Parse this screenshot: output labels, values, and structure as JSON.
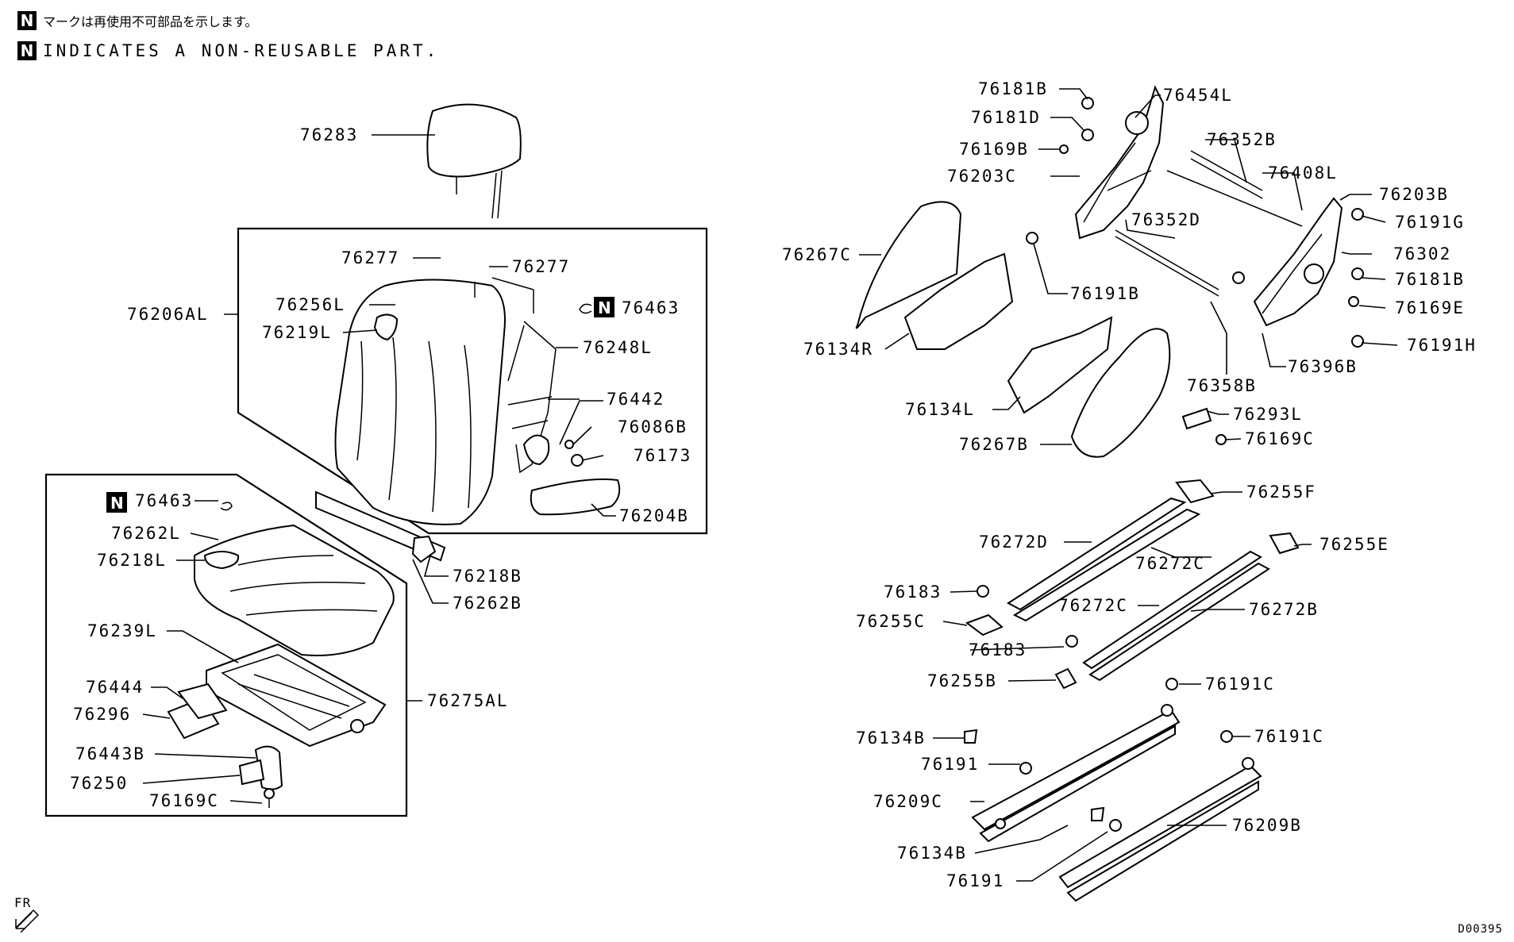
{
  "legend": {
    "mark": "N",
    "jp": "マークは再使用不可部品を示します。",
    "en": "INDICATES A NON-REUSABLE PART."
  },
  "direction": "FR",
  "ref_code": "D00395",
  "labels": {
    "p76283": "76283",
    "p76206AL": "76206AL",
    "p76277a": "76277",
    "p76277b": "76277",
    "p76256L": "76256L",
    "p76219L": "76219L",
    "p76463a": "76463",
    "p76248L": "76248L",
    "p76442": "76442",
    "p76086B": "76086B",
    "p76173": "76173",
    "p76204B": "76204B",
    "p76463b": "76463",
    "p76262L": "76262L",
    "p76218L": "76218L",
    "p76218B": "76218B",
    "p76262B": "76262B",
    "p76239L": "76239L",
    "p76275AL": "76275AL",
    "p76444": "76444",
    "p76296": "76296",
    "p76443B": "76443B",
    "p76250": "76250",
    "p76169Ca": "76169C",
    "p76181Ba": "76181B",
    "p76454L": "76454L",
    "p76181D": "76181D",
    "p76352B": "76352B",
    "p76169B": "76169B",
    "p76408L": "76408L",
    "p76203C": "76203C",
    "p76203B": "76203B",
    "p76191G": "76191G",
    "p76352D": "76352D",
    "p76267C": "76267C",
    "p76302": "76302",
    "p76181Bb": "76181B",
    "p76191B": "76191B",
    "p76169E": "76169E",
    "p76134R": "76134R",
    "p76191H": "76191H",
    "p76396B": "76396B",
    "p76358B": "76358B",
    "p76134L": "76134L",
    "p76293L": "76293L",
    "p76169Cb": "76169C",
    "p76267B": "76267B",
    "p76255F": "76255F",
    "p76272D": "76272D",
    "p76272Ca": "76272C",
    "p76255E": "76255E",
    "p76183a": "76183",
    "p76272Cb": "76272C",
    "p76272B": "76272B",
    "p76255C": "76255C",
    "p76183b": "76183",
    "p76255B": "76255B",
    "p76191Ca": "76191C",
    "p76134Ba": "76134B",
    "p76191Cb": "76191C",
    "p76191a": "76191",
    "p76209C": "76209C",
    "p76209B": "76209B",
    "p76134Bb": "76134B",
    "p76191b": "76191"
  }
}
